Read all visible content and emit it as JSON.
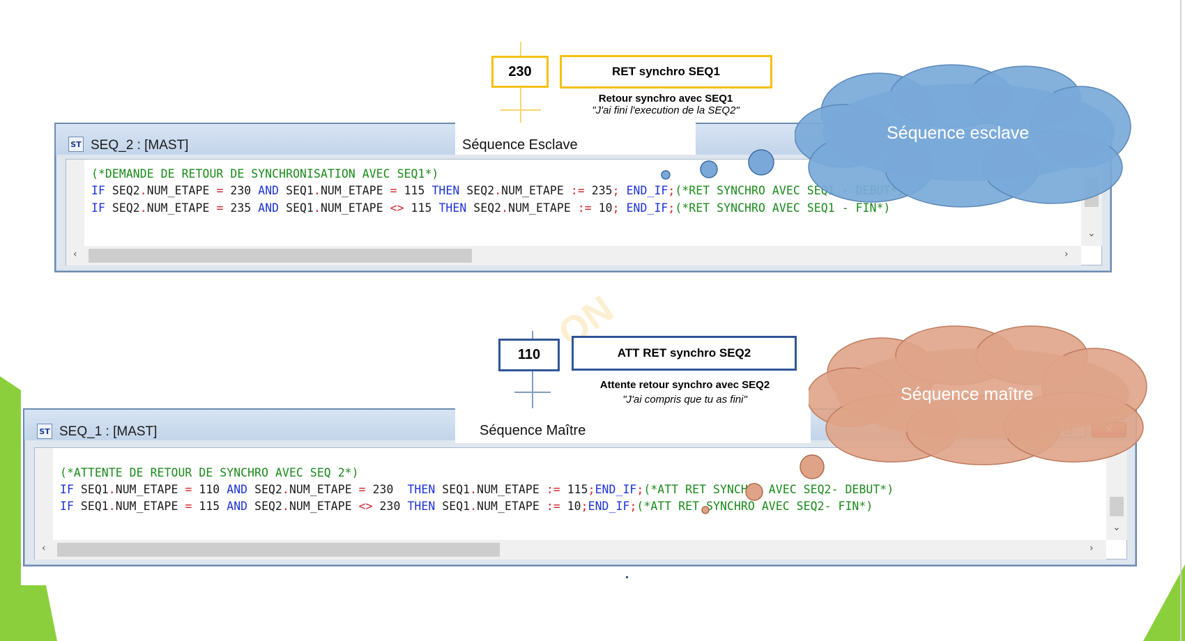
{
  "colors": {
    "accent_green": "#8ccf3d",
    "step_border_slave": "#f5c010",
    "step_border_master": "#2f5597",
    "cloud_blue": "#7aa9d9",
    "cloud_salmon": "#dfa488",
    "keyword": "#1c32d8",
    "operator": "#d3202a",
    "comment": "#1a8a1a"
  },
  "watermark": "ON",
  "slave_step": {
    "number": "230",
    "action": "RET synchro SEQ1",
    "desc_bold": "Retour synchro avec SEQ1",
    "desc_italic": "\"J'ai fini l'execution de la SEQ2\""
  },
  "master_step": {
    "number": "110",
    "action": "ATT RET synchro SEQ2",
    "desc_bold": "Attente retour synchro avec SEQ2",
    "desc_italic": "\"J'ai compris que tu as fini\""
  },
  "slave_window": {
    "icon": "ST",
    "title": "SEQ_2 : [MAST]",
    "overlay_label": "Séquence Esclave",
    "cloud_label": "Séquence esclave",
    "controls": [
      "minimize-icon",
      "maximize-icon",
      "close-icon"
    ],
    "lines": [
      [
        [
          "cm",
          "(*DEMANDE DE RETOUR DE SYNCHRONISATION AVEC SEQ1*)"
        ]
      ],
      [
        [
          "kw",
          "IF"
        ],
        [
          "id",
          " SEQ2"
        ],
        [
          "op",
          "."
        ],
        [
          "id",
          "NUM_ETAPE "
        ],
        [
          "op",
          "="
        ],
        [
          "id",
          " 230 "
        ],
        [
          "kw",
          "AND"
        ],
        [
          "id",
          " SEQ1"
        ],
        [
          "op",
          "."
        ],
        [
          "id",
          "NUM_ETAPE "
        ],
        [
          "op",
          "="
        ],
        [
          "id",
          " 115 "
        ],
        [
          "kw",
          "THEN"
        ],
        [
          "id",
          " SEQ2"
        ],
        [
          "op",
          "."
        ],
        [
          "id",
          "NUM_ETAPE "
        ],
        [
          "op",
          ":="
        ],
        [
          "id",
          " 235"
        ],
        [
          "op",
          ";"
        ],
        [
          "id",
          " "
        ],
        [
          "kw",
          "END_IF"
        ],
        [
          "op",
          ";"
        ],
        [
          "cm",
          "(*RET SYNCHRO AVEC SEQ1 - DEBUT*)"
        ]
      ],
      [
        [
          "kw",
          "IF"
        ],
        [
          "id",
          " SEQ2"
        ],
        [
          "op",
          "."
        ],
        [
          "id",
          "NUM_ETAPE "
        ],
        [
          "op",
          "="
        ],
        [
          "id",
          " 235 "
        ],
        [
          "kw",
          "AND"
        ],
        [
          "id",
          " SEQ1"
        ],
        [
          "op",
          "."
        ],
        [
          "id",
          "NUM_ETAPE "
        ],
        [
          "op",
          "<>"
        ],
        [
          "id",
          " 115 "
        ],
        [
          "kw",
          "THEN"
        ],
        [
          "id",
          " SEQ2"
        ],
        [
          "op",
          "."
        ],
        [
          "id",
          "NUM_ETAPE "
        ],
        [
          "op",
          ":="
        ],
        [
          "id",
          " 10"
        ],
        [
          "op",
          ";"
        ],
        [
          "id",
          " "
        ],
        [
          "kw",
          "END_IF"
        ],
        [
          "op",
          ";"
        ],
        [
          "cm",
          "(*RET SYNCHRO AVEC SEQ1 - FIN*)"
        ]
      ]
    ]
  },
  "master_window": {
    "icon": "ST",
    "title": "SEQ_1 : [MAST]",
    "overlay_label": "Séquence Maître",
    "cloud_label": "Séquence maître",
    "controls": [
      "minimize-icon",
      "maximize-icon",
      "close-icon"
    ],
    "lines": [
      [
        [
          "cm",
          "(*ATTENTE DE RETOUR DE SYNCHRO AVEC SEQ 2*)"
        ]
      ],
      [
        [
          "kw",
          "IF"
        ],
        [
          "id",
          " SEQ1"
        ],
        [
          "op",
          "."
        ],
        [
          "id",
          "NUM_ETAPE "
        ],
        [
          "op",
          "="
        ],
        [
          "id",
          " 110 "
        ],
        [
          "kw",
          "AND"
        ],
        [
          "id",
          " SEQ2"
        ],
        [
          "op",
          "."
        ],
        [
          "id",
          "NUM_ETAPE "
        ],
        [
          "op",
          "="
        ],
        [
          "id",
          " 230  "
        ],
        [
          "kw",
          "THEN"
        ],
        [
          "id",
          " SEQ1"
        ],
        [
          "op",
          "."
        ],
        [
          "id",
          "NUM_ETAPE "
        ],
        [
          "op",
          ":="
        ],
        [
          "id",
          " 115"
        ],
        [
          "op",
          ";"
        ],
        [
          "kw",
          "END_IF"
        ],
        [
          "op",
          ";"
        ],
        [
          "cm",
          "(*ATT RET SYNCHRO AVEC SEQ2- DEBUT*)"
        ]
      ],
      [
        [
          "kw",
          "IF"
        ],
        [
          "id",
          " SEQ1"
        ],
        [
          "op",
          "."
        ],
        [
          "id",
          "NUM_ETAPE "
        ],
        [
          "op",
          "="
        ],
        [
          "id",
          " 115 "
        ],
        [
          "kw",
          "AND"
        ],
        [
          "id",
          " SEQ2"
        ],
        [
          "op",
          "."
        ],
        [
          "id",
          "NUM_ETAPE "
        ],
        [
          "op",
          "<>"
        ],
        [
          "id",
          " 230 "
        ],
        [
          "kw",
          "THEN"
        ],
        [
          "id",
          " SEQ1"
        ],
        [
          "op",
          "."
        ],
        [
          "id",
          "NUM_ETAPE "
        ],
        [
          "op",
          ":="
        ],
        [
          "id",
          " 10"
        ],
        [
          "op",
          ";"
        ],
        [
          "kw",
          "END_IF"
        ],
        [
          "op",
          ";"
        ],
        [
          "cm",
          "(*ATT RET SYNCHRO AVEC SEQ2- FIN*)"
        ]
      ]
    ]
  }
}
